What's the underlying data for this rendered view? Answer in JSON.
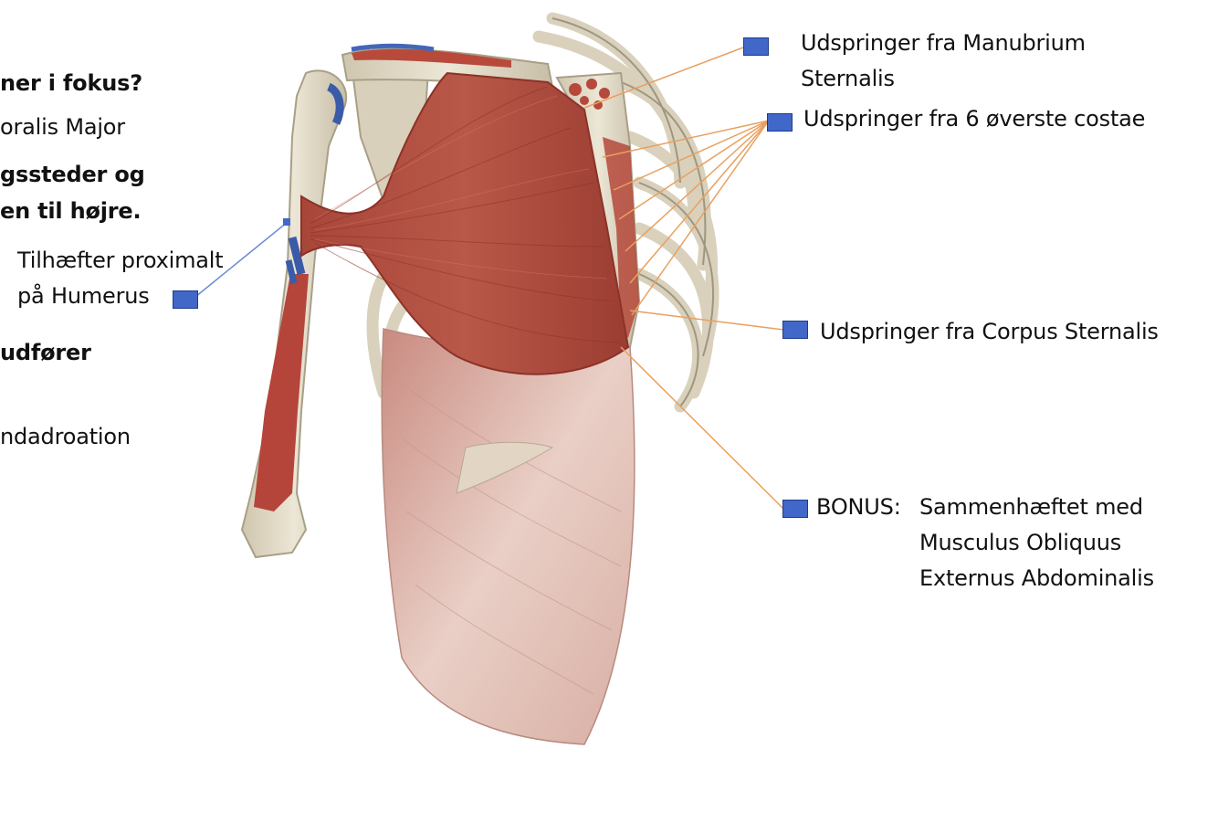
{
  "left_panel": {
    "line1": "ner i fokus?",
    "line2": "oralis Major",
    "line3": "gssteder og",
    "line4": "en til højre.",
    "line5": "udfører",
    "line6": "ndadroation"
  },
  "labels": {
    "humerus_line1": "Tilhæfter proximalt",
    "humerus_line2": "på Humerus",
    "manubrium_line1": "Udspringer fra Manubrium",
    "manubrium_line2": "Sternalis",
    "costae": "Udspringer fra 6 øverste costae",
    "corpus": "Udspringer fra Corpus Sternalis",
    "bonus_tag": "BONUS:",
    "bonus_line1": "Sammenhæftet med",
    "bonus_line2": "Musculus Obliquus",
    "bonus_line3": "Externus Abdominalis"
  },
  "colors": {
    "marker": "#4167c8",
    "leader_orange": "#e8a060",
    "leader_blue": "#6a8ad8",
    "muscle": "#b44c3c",
    "bone": "#e6dfcc"
  }
}
